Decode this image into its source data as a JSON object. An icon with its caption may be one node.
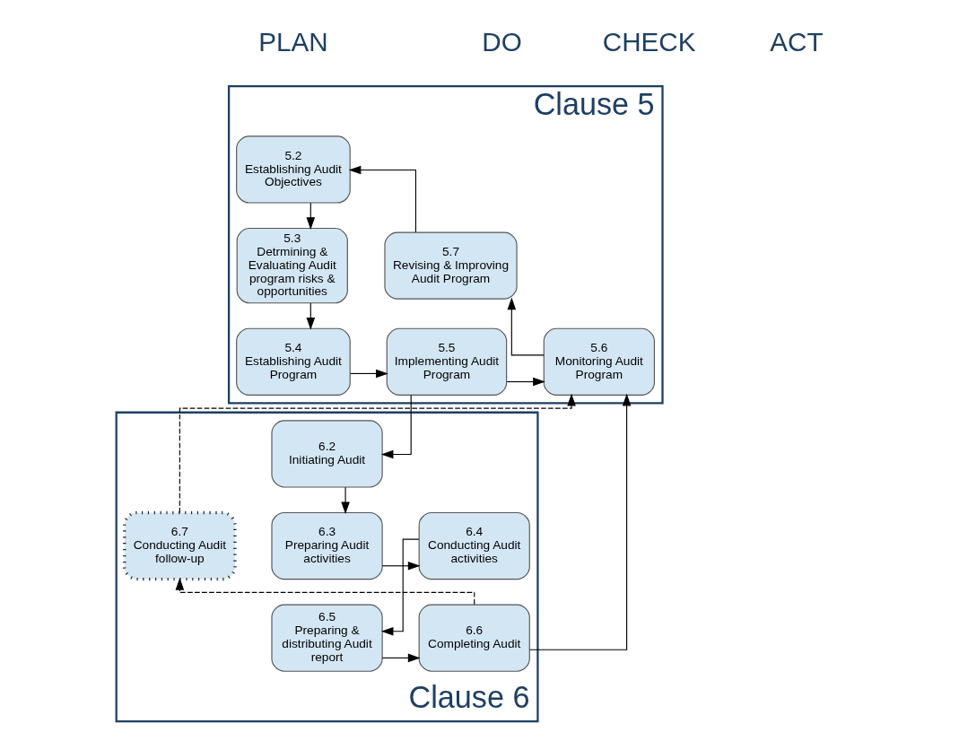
{
  "diagram": {
    "nodes": [
      {
        "text": [
          "Clause 5"
        ]
      },
      {
        "text": [
          "5.2",
          "Establishing Audit Objectives"
        ],
        "in": 0
      },
      {
        "text": [
          "5.3",
          "Detrmining & Evaluating Audit program risks & opportunities"
        ],
        "in": 0
      },
      {
        "text": [
          "5.4",
          "Establishing Audit Program"
        ],
        "in": 0
      },
      {
        "text": [
          "5.5",
          "Implementing Audit Program"
        ],
        "in": 0
      },
      {
        "text": [
          "5.6",
          "Monitoring Audit Program"
        ],
        "in": 0
      },
      {
        "text": [
          "5.7",
          "Revising & Improving Audit Program"
        ],
        "in": 0
      },
      {
        "text": [
          "Clause 6"
        ]
      },
      {
        "text": [
          "6.2",
          "Initiating Audit"
        ],
        "in": 7
      },
      {
        "text": [
          "6.3",
          "Preparing Audit activities"
        ],
        "in": 7
      },
      {
        "text": [
          "6.4",
          "Conducting Audit activities"
        ],
        "in": 7
      },
      {
        "text": [
          "6.5",
          "Preparing & distributing Audit report"
        ],
        "in": 7
      },
      {
        "text": [
          "6.6",
          "Completing Audit"
        ],
        "in": 7
      },
      {
        "text": [
          "6.7",
          "Conducting Audit follow-up"
        ],
        "in": 7
      }
    ],
    "edges": [
      {
        "from": 1,
        "to": 2,
        "arrow": "to"
      },
      {
        "from": 2,
        "to": 3,
        "arrow": "to"
      },
      {
        "from": 3,
        "to": 4,
        "arrow": "to"
      },
      {
        "from": 4,
        "to": 5,
        "arrow": "to"
      },
      {
        "from": 5,
        "to": 6,
        "arrow": "to"
      },
      {
        "from": 6,
        "to": 1,
        "arrow": "to"
      },
      {
        "from": 4,
        "to": 8,
        "arrow": "to"
      },
      {
        "from": 8,
        "to": 9,
        "arrow": "to"
      },
      {
        "from": 9,
        "to": 10,
        "arrow": "to"
      },
      {
        "from": 10,
        "to": 11,
        "arrow": "to"
      },
      {
        "from": 11,
        "to": 12,
        "arrow": "to"
      },
      {
        "from": 12,
        "to": 5,
        "arrow": "to"
      },
      {
        "from": 12,
        "to": 13,
        "arrow": "to",
        "style": "dashed"
      },
      {
        "from": 13,
        "to": 5,
        "arrow": "to",
        "style": "dashed"
      }
    ],
    "labels": [
      "PLAN",
      "DO",
      "CHECK",
      "ACT"
    ]
  }
}
